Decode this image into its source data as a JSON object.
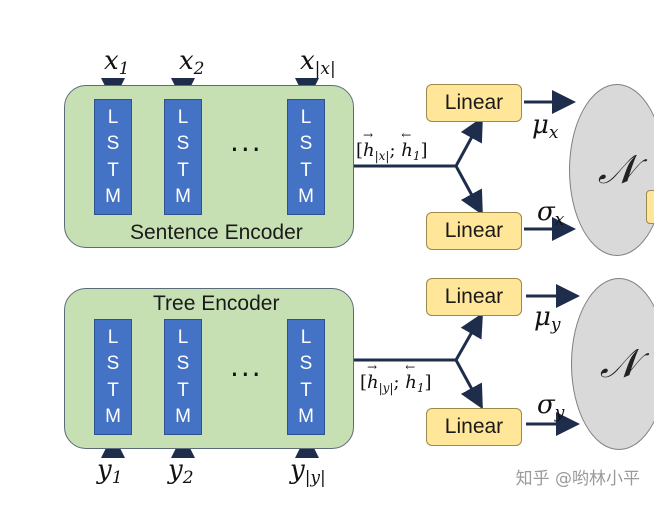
{
  "top": {
    "encoder_title": "Sentence Encoder",
    "inputs": [
      "x",
      "x",
      "x"
    ],
    "input_subs": [
      "1",
      "2",
      "|x|"
    ],
    "concat": {
      "left": "h",
      "left_sub": "|x|",
      "right": "h",
      "right_sub": "1"
    },
    "linear_labels": [
      "Linear",
      "Linear"
    ],
    "param_mu": "μ",
    "param_mu_sub": "x",
    "param_sigma": "σ",
    "param_sigma_sub": "x",
    "gaussian": "𝒩"
  },
  "bottom": {
    "encoder_title": "Tree Encoder",
    "inputs": [
      "y",
      "y",
      "y"
    ],
    "input_subs": [
      "1",
      "2",
      "|y|"
    ],
    "concat": {
      "left": "h",
      "left_sub": "|y|",
      "right": "h",
      "right_sub": "1"
    },
    "linear_labels": [
      "Linear",
      "Linear"
    ],
    "param_mu": "μ",
    "param_mu_sub": "y",
    "param_sigma": "σ",
    "param_sigma_sub": "y",
    "gaussian": "𝒩"
  },
  "lstm_letters": [
    "L",
    "S",
    "T",
    "M"
  ],
  "dots": "···",
  "watermark": "知乎 @哟林小平"
}
